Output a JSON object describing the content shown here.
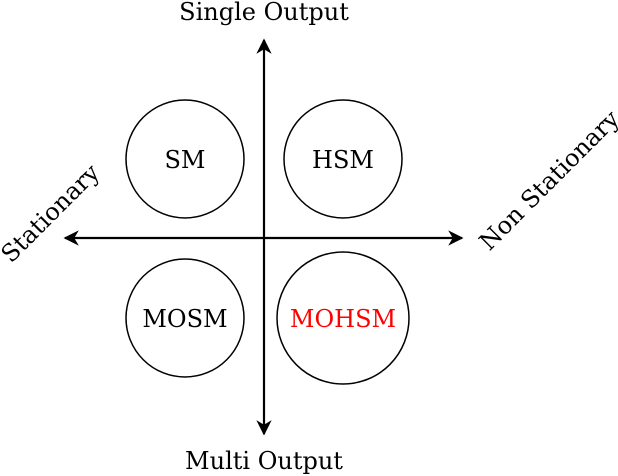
{
  "axes": {
    "top_label": "Single Output",
    "bottom_label": "Multi Output",
    "left_label": "Stationary",
    "right_label": "Non Stationary"
  },
  "nodes": {
    "top_left": {
      "label": "SM",
      "color": "#000000"
    },
    "top_right": {
      "label": "HSM",
      "color": "#000000"
    },
    "bottom_left": {
      "label": "MOSM",
      "color": "#000000"
    },
    "bottom_right": {
      "label": "MOHSM",
      "color": "#ff0000"
    }
  }
}
